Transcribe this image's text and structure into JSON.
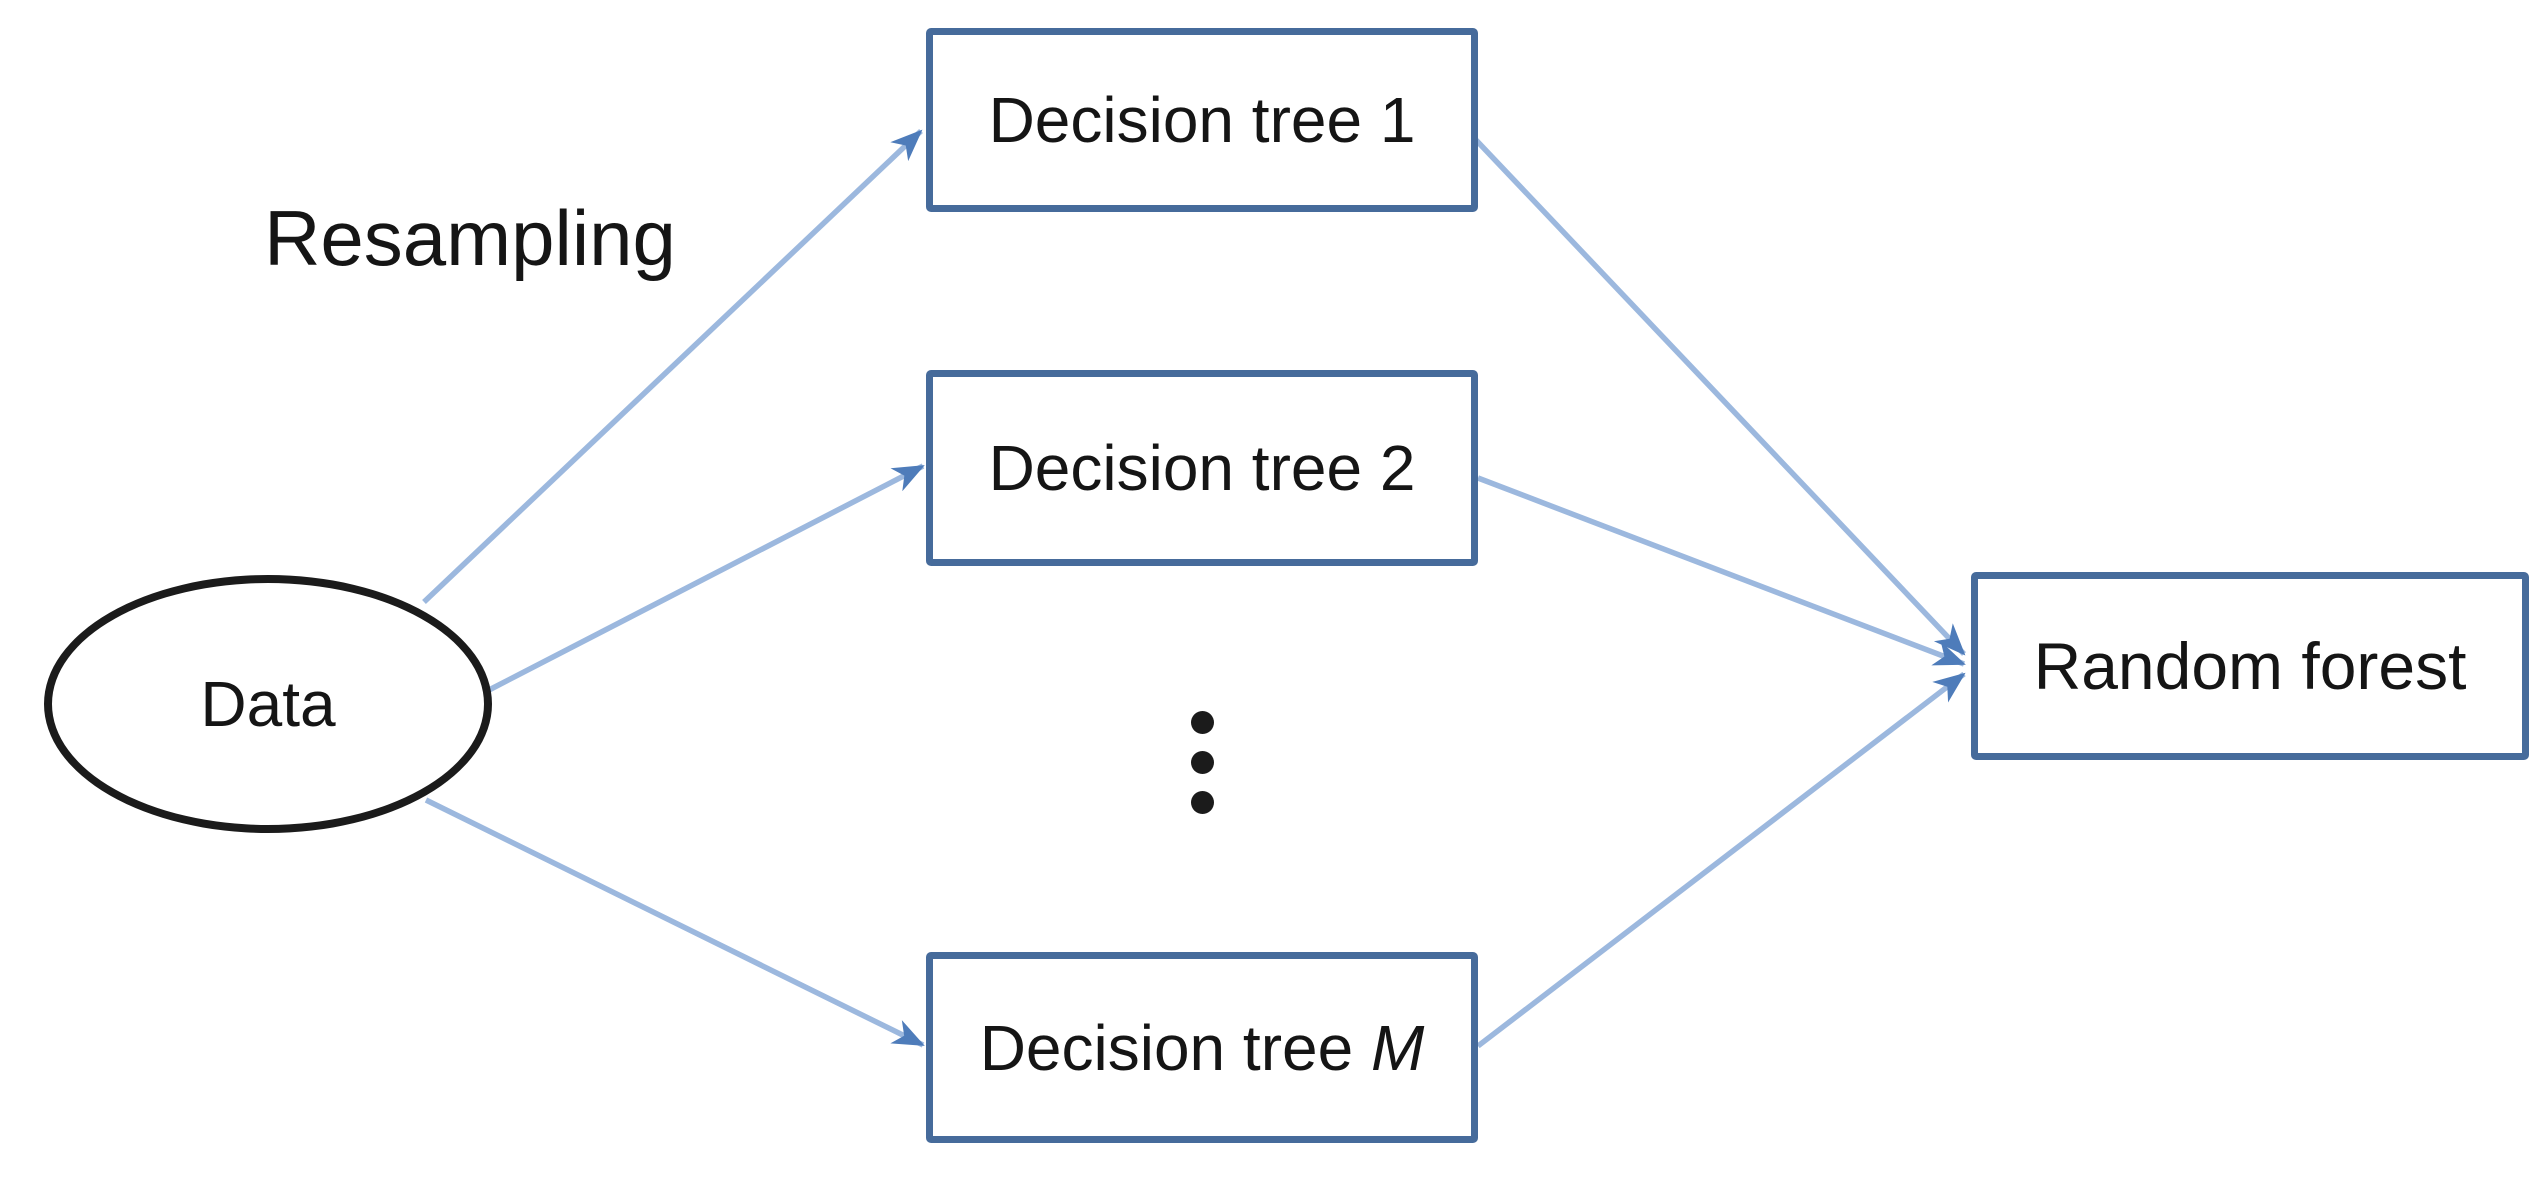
{
  "diagram_type": "flow-diagram",
  "labels": {
    "resampling": "Resampling"
  },
  "nodes": {
    "data": {
      "label": "Data",
      "shape": "ellipse"
    },
    "tree1": {
      "label": "Decision tree 1",
      "shape": "rectangle"
    },
    "tree2": {
      "label": "Decision tree 2",
      "shape": "rectangle"
    },
    "treeM": {
      "label_prefix": "Decision tree ",
      "label_var": "M",
      "shape": "rectangle"
    },
    "forest": {
      "label": "Random forest",
      "shape": "rectangle"
    }
  },
  "edges": [
    {
      "from": "Data",
      "to": "Decision tree 1",
      "group_label": "Resampling"
    },
    {
      "from": "Data",
      "to": "Decision tree 2",
      "group_label": "Resampling"
    },
    {
      "from": "Data",
      "to": "Decision tree M",
      "group_label": "Resampling"
    },
    {
      "from": "Decision tree 1",
      "to": "Random forest"
    },
    {
      "from": "Decision tree 2",
      "to": "Random forest"
    },
    {
      "from": "Decision tree M",
      "to": "Random forest"
    }
  ],
  "ellipsis_dot_count": 3,
  "colors": {
    "background": "#ffffff",
    "text": "#151515",
    "box_border": "#466b9b",
    "ellipse_border": "#1b1b1b",
    "arrow_line": "#9cb8de",
    "arrow_head": "#4e7cba"
  }
}
